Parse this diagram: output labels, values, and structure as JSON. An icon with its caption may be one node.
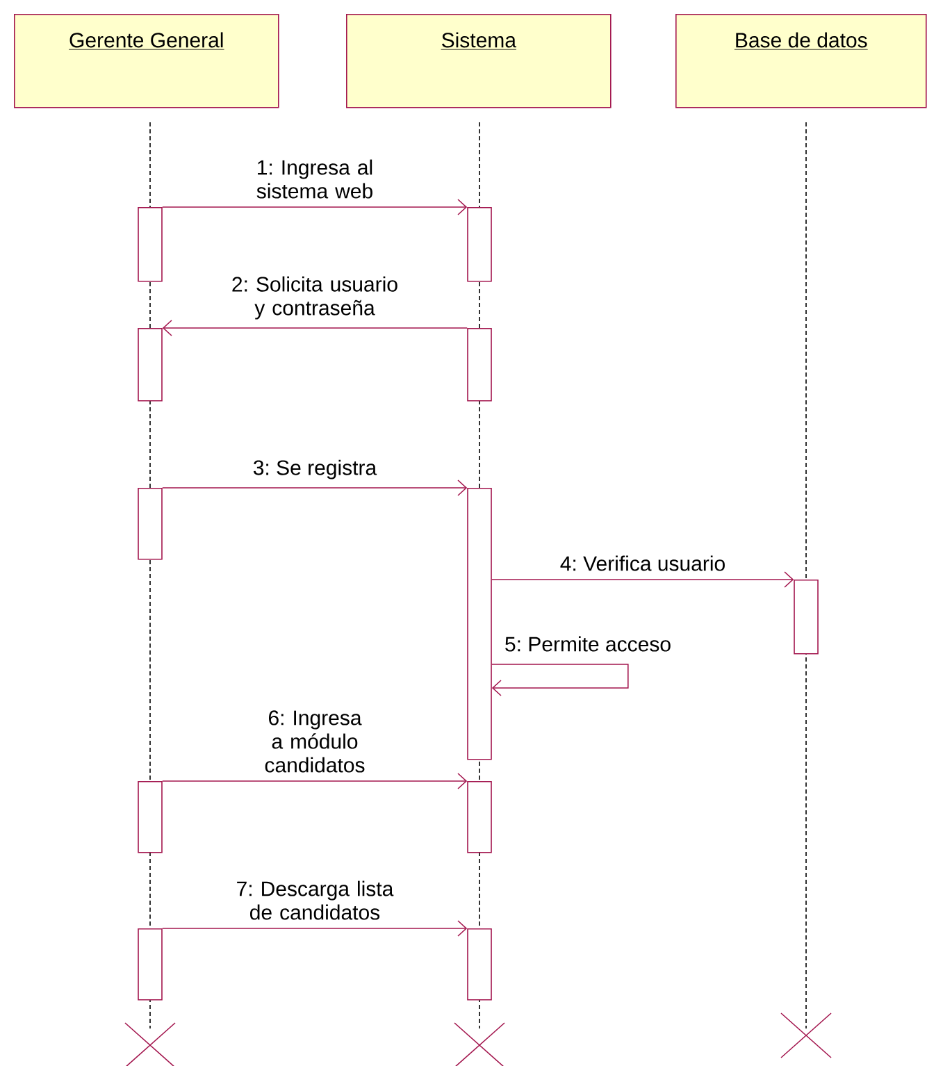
{
  "diagram": {
    "nodes": [
      {
        "text": [
          "Gerente General"
        ]
      },
      {
        "text": [
          "Sistema"
        ]
      },
      {
        "text": [
          "Base de datos"
        ]
      },
      {
        "text": [],
        "shape": "bar"
      },
      {
        "text": [],
        "shape": "bar"
      },
      {
        "text": [],
        "shape": "bar"
      },
      {
        "text": [],
        "shape": "bar"
      },
      {
        "text": [],
        "shape": "bar"
      },
      {
        "text": [],
        "shape": "bar"
      },
      {
        "text": [],
        "shape": "bar"
      },
      {
        "text": [],
        "shape": "bar"
      },
      {
        "text": [],
        "shape": "bar"
      },
      {
        "text": [],
        "shape": "bar"
      },
      {
        "text": [],
        "shape": "bar"
      }
    ],
    "edges": [
      {
        "from": 3,
        "to": 4,
        "arrow": "to",
        "label": "1: Ingresa al sistema web"
      },
      {
        "from": 6,
        "to": 5,
        "arrow": "to",
        "label": "2: Solicita usuario y contraseña"
      },
      {
        "from": 7,
        "to": 8,
        "arrow": "to",
        "label": "3: Se registra"
      },
      {
        "from": 8,
        "to": 9,
        "arrow": "to",
        "label": "4: Verifica usuario"
      },
      {
        "from": 8,
        "to": 8,
        "arrow": "to",
        "label": "5: Permite acceso"
      },
      {
        "from": 10,
        "to": 11,
        "arrow": "to",
        "label": "6: Ingresa a módulo candidatos"
      },
      {
        "from": 12,
        "to": 13,
        "arrow": "to",
        "label": "7: Descarga lista de candidatos"
      }
    ]
  }
}
